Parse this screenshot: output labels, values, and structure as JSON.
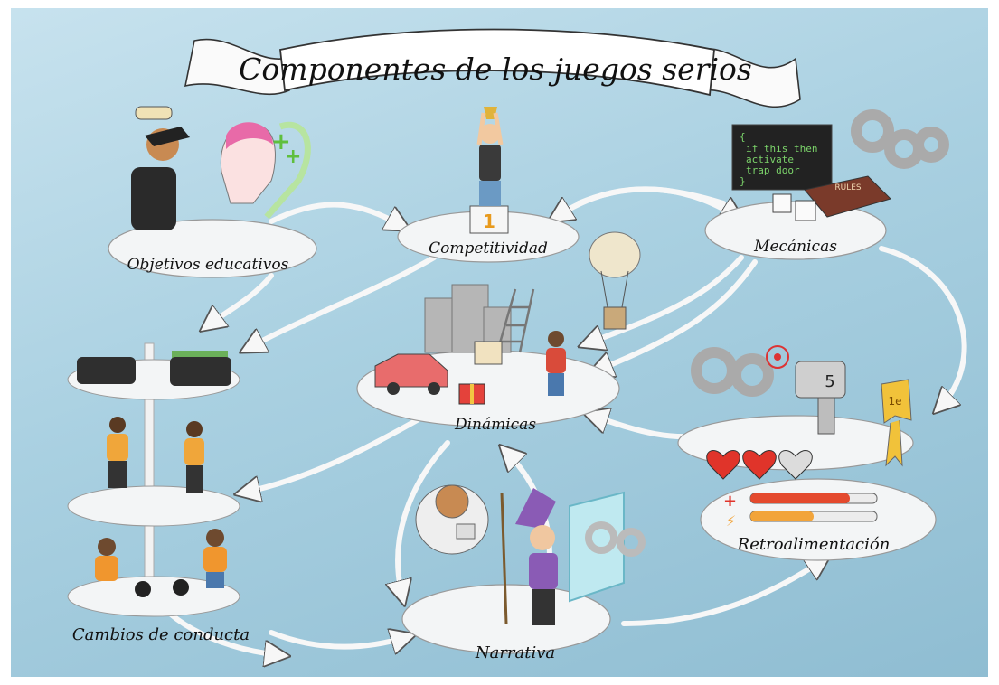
{
  "title": "Componentes de los juegos serios",
  "nodes": {
    "objetivos": "Objetivos educativos",
    "competitividad": "Competitividad",
    "mecanicas": "Mecánicas",
    "dinamicas": "Dinámicas",
    "cambios": "Cambios de conducta",
    "narrativa": "Narrativa",
    "retroalimentacion": "Retroalimentación"
  },
  "props": {
    "podium_number": "1",
    "board_text": [
      "{",
      "if this then",
      "activate",
      "trap door",
      "}"
    ],
    "book_title": "RULES",
    "counter_value": "5",
    "ribbon_text": "1e"
  },
  "colors": {
    "background": "#a9d0e1",
    "platform": "#f3f5f6",
    "arrow": "#f7f7f7",
    "health_red": "#e44a2e",
    "energy_orange": "#f2a43a",
    "plus_green": "#5fbf3d",
    "character_orange": "#e8932c",
    "magician_purple": "#8a5bb5"
  }
}
